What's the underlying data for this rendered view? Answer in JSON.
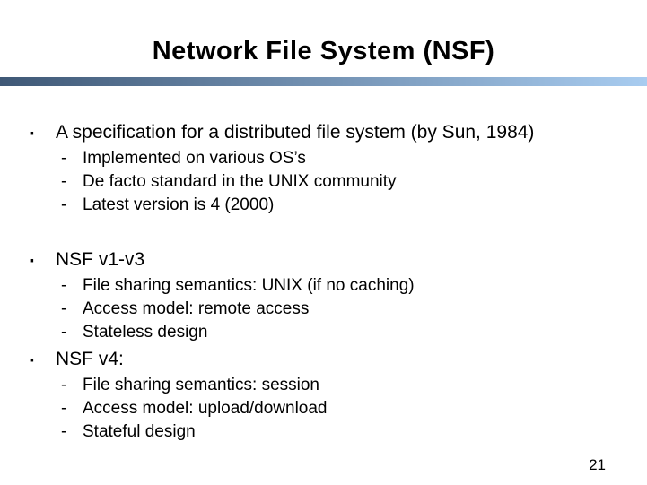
{
  "slide": {
    "title": "Network File System (NSF)",
    "page_number": "21",
    "divider": {
      "left": "#3F5876",
      "right": "#A8CCF0"
    },
    "markers": {
      "bullet": "▪",
      "dash": "-"
    },
    "sections": [
      {
        "heading": "A specification for a distributed file system (by Sun, 1984)",
        "items": [
          "Implemented on various OS’s",
          "De facto standard in the UNIX community",
          "Latest version is 4 (2000)"
        ]
      },
      {
        "heading": "NSF v1-v3",
        "items": [
          "File sharing semantics: UNIX (if no caching)",
          "Access model: remote access",
          "Stateless design"
        ]
      },
      {
        "heading": "NSF v4:",
        "items": [
          "File sharing semantics: session",
          "Access model: upload/download",
          "Stateful design"
        ]
      }
    ]
  }
}
